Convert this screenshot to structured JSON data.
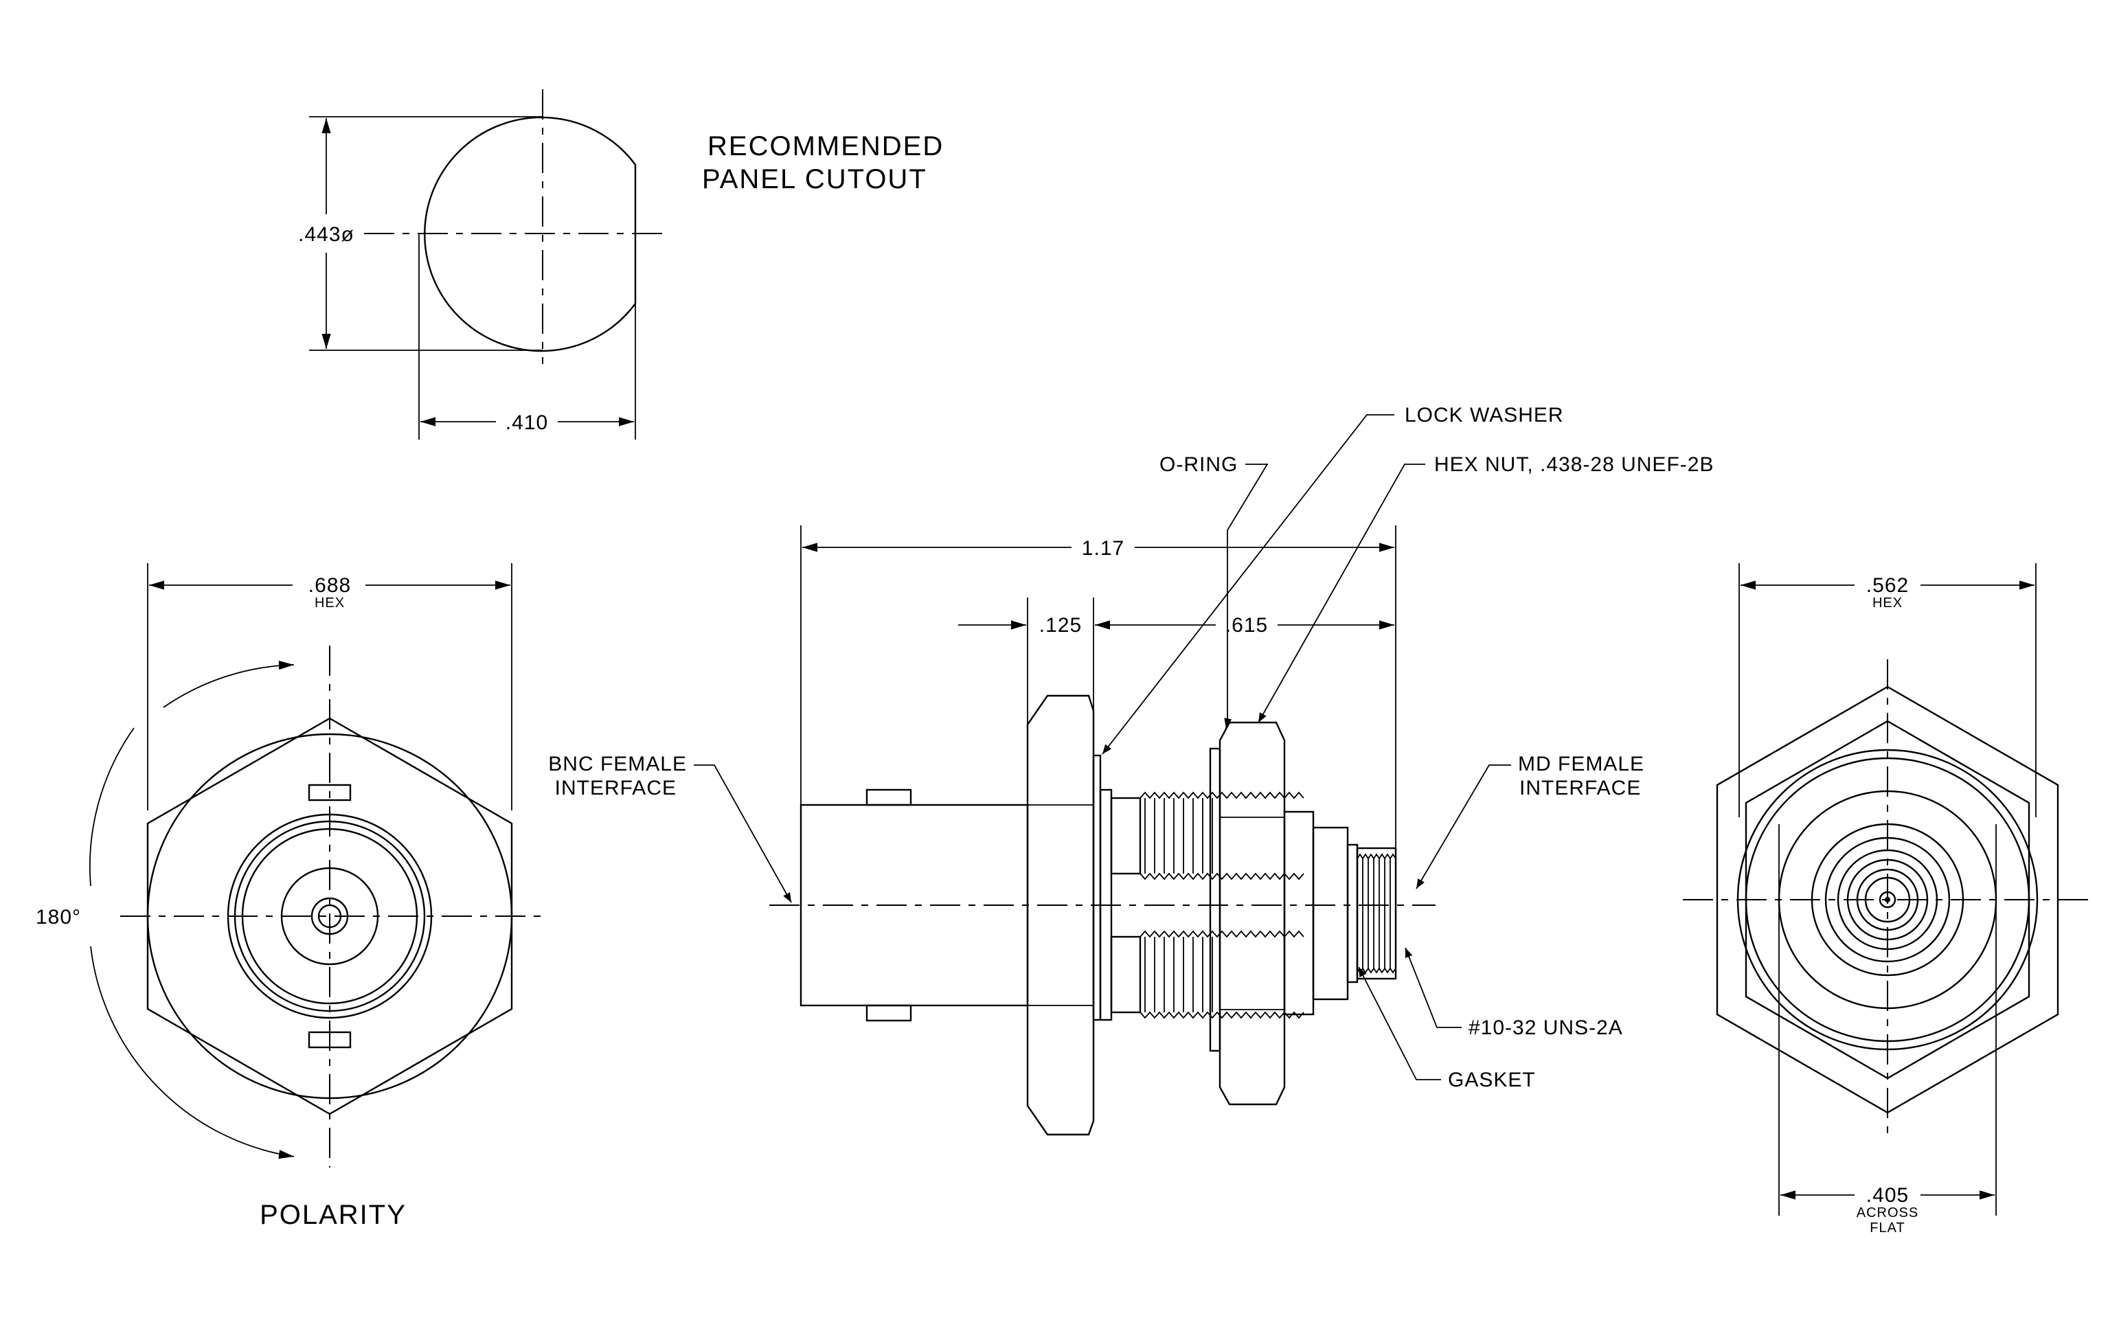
{
  "title": {
    "line1": "RECOMMENDED",
    "line2": "PANEL CUTOUT",
    "polarity": "POLARITY"
  },
  "dimensions": {
    "cutout_dia": ".443ø",
    "cutout_flat": ".410",
    "front_hex": ".688",
    "front_hex_sub": "HEX",
    "polarity_angle": "180°",
    "overall_length": "1.17",
    "flange_thickness": ".125",
    "rear_length": ".615",
    "rear_hex": ".562",
    "rear_hex_sub": "HEX",
    "across_flat": ".405",
    "across_flat_sub1": "ACROSS",
    "across_flat_sub2": "FLAT"
  },
  "callouts": {
    "lock_washer": "LOCK WASHER",
    "o_ring": "O-RING",
    "hex_nut": "HEX NUT, .438-28 UNEF-2B",
    "bnc_line1": "BNC FEMALE",
    "bnc_line2": "INTERFACE",
    "md_line1": "MD FEMALE",
    "md_line2": "INTERFACE",
    "thread": "#10-32 UNS-2A",
    "gasket": "GASKET"
  }
}
